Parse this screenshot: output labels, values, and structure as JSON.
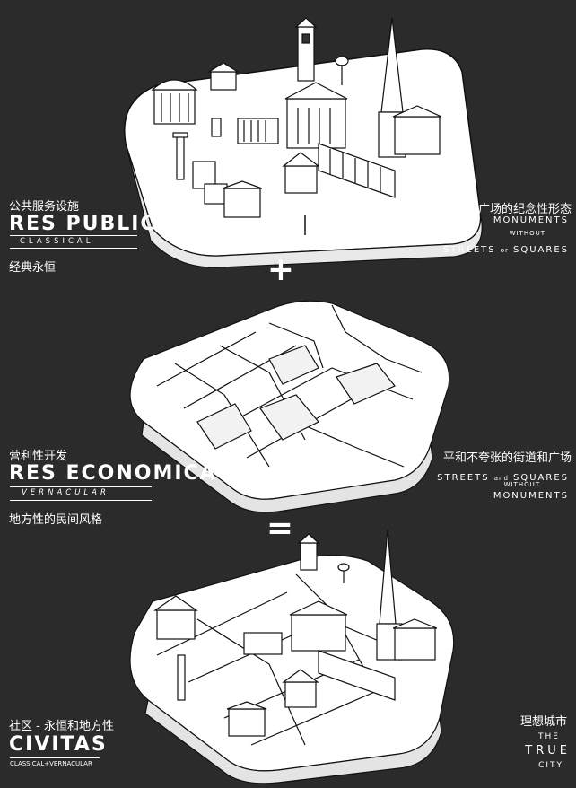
{
  "panels": [
    {
      "id": "res-publica",
      "left_cn_top": "公共服务设施",
      "left_title": "RES PUBLICA",
      "left_sub": "CLASSICAL",
      "left_cn_bottom": "经典永恒",
      "right_cn": "无街道和广场的纪念性形态",
      "right_en_1": "MONUMENTS",
      "right_en_2": "WITHOUT",
      "right_en_3": "STREETS",
      "right_en_3b": "or",
      "right_en_3c": "SQUARES"
    },
    {
      "id": "res-economica",
      "left_cn_top": "营利性开发",
      "left_title": "RES ECONOMICA",
      "left_sub": "VERNACULAR",
      "left_cn_bottom": "地方性的民间风格",
      "right_cn": "平和不夸张的街道和广场",
      "right_en_1a": "STREETS",
      "right_en_1b": "and",
      "right_en_1c": "SQUARES",
      "right_en_2": "WITHOUT",
      "right_en_3": "MONUMENTS"
    },
    {
      "id": "civitas",
      "left_cn_top": "社区 - 永恒和地方性",
      "left_title": "CIVITAS",
      "left_sub": "CLASSICAL+VERNACULAR",
      "right_cn": "理想城市",
      "right_en_1": "THE",
      "right_en_2": "TRUE",
      "right_en_3": "CITY"
    }
  ],
  "operators": {
    "plus": "+",
    "equals": "="
  },
  "colors": {
    "background": "#2b2b2b",
    "ink": "#ffffff",
    "line": "#1a1a1a"
  }
}
